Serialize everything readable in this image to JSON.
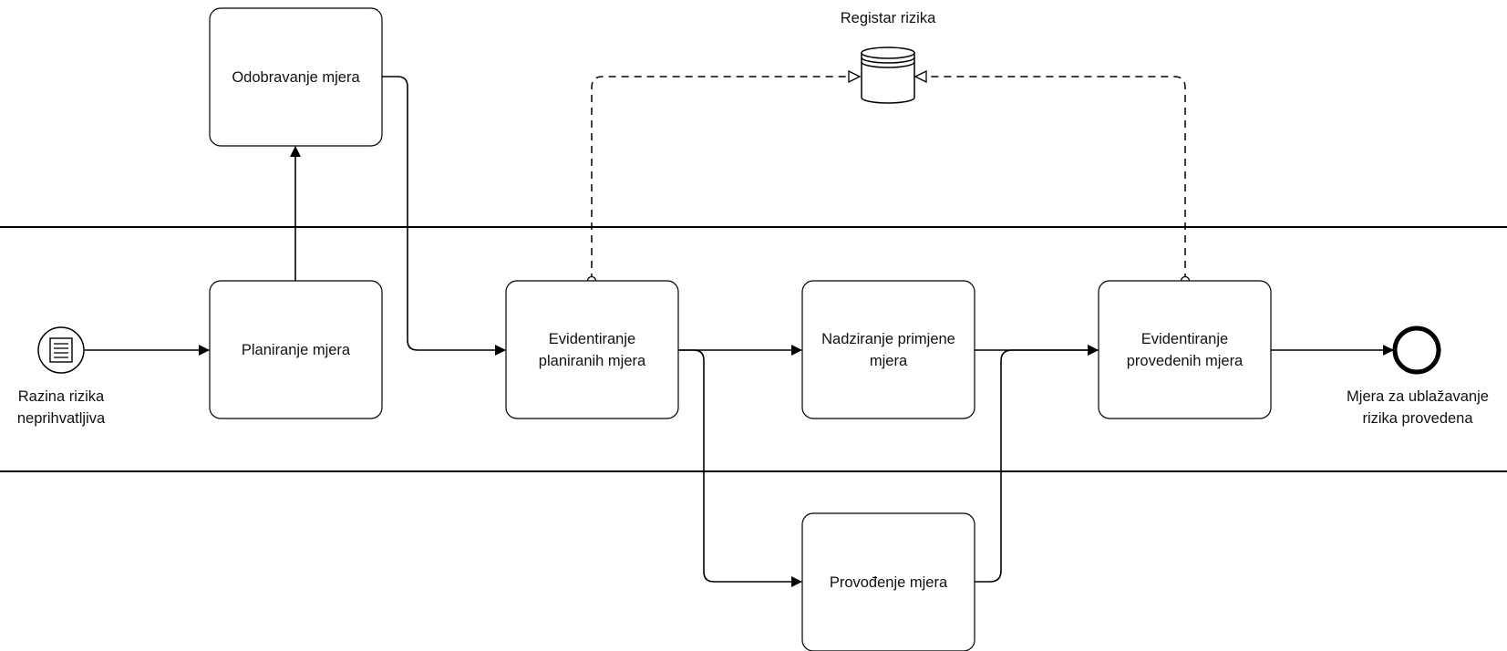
{
  "diagram": {
    "type": "bpmn-process",
    "start_event": {
      "label_line1": "Razina rizika",
      "label_line2": "neprihvatljiva"
    },
    "end_event": {
      "label_line1": "Mjera za ublažavanje",
      "label_line2": "rizika provedena"
    },
    "data_store": {
      "label": "Registar rizika"
    },
    "tasks": [
      {
        "id": "approve",
        "label": "Odobravanje mjera"
      },
      {
        "id": "plan",
        "label": "Planiranje mjera"
      },
      {
        "id": "record-planned",
        "label": "Evidentiranje planiranih mjera"
      },
      {
        "id": "monitor",
        "label": "Nadziranje primjene mjera"
      },
      {
        "id": "record-done",
        "label": "Evidentiranje provedenih mjera"
      },
      {
        "id": "implement",
        "label": "Provođenje mjera"
      }
    ]
  }
}
